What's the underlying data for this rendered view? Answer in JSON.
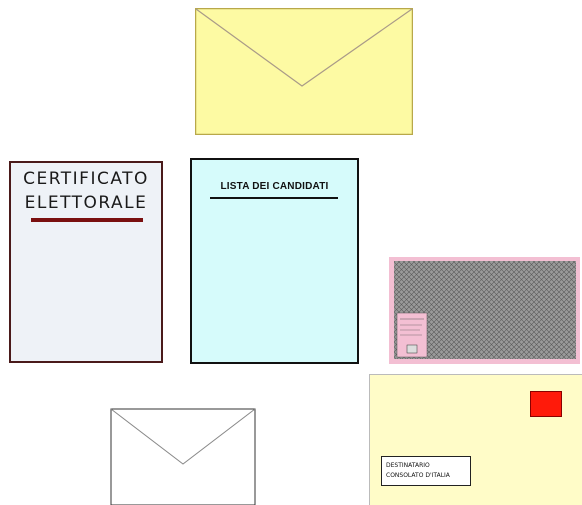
{
  "certificato": {
    "line1": "CERTIFICATO",
    "line2": "ELETTORALE"
  },
  "lista": {
    "title": "LISTA DEI CANDIDATI"
  },
  "envelope_label": {
    "line1": "DESTINATARIO",
    "line2": "CONSOLATO D'ITALIA"
  },
  "colors": {
    "yellow_envelope": "#fdfaa3",
    "certificato_bg": "#eef2f7",
    "lista_bg": "#d6fbfb",
    "pink_card": "#f3bfd3",
    "cream_envelope": "#fffcc8",
    "stamp": "#ff1a0a"
  }
}
